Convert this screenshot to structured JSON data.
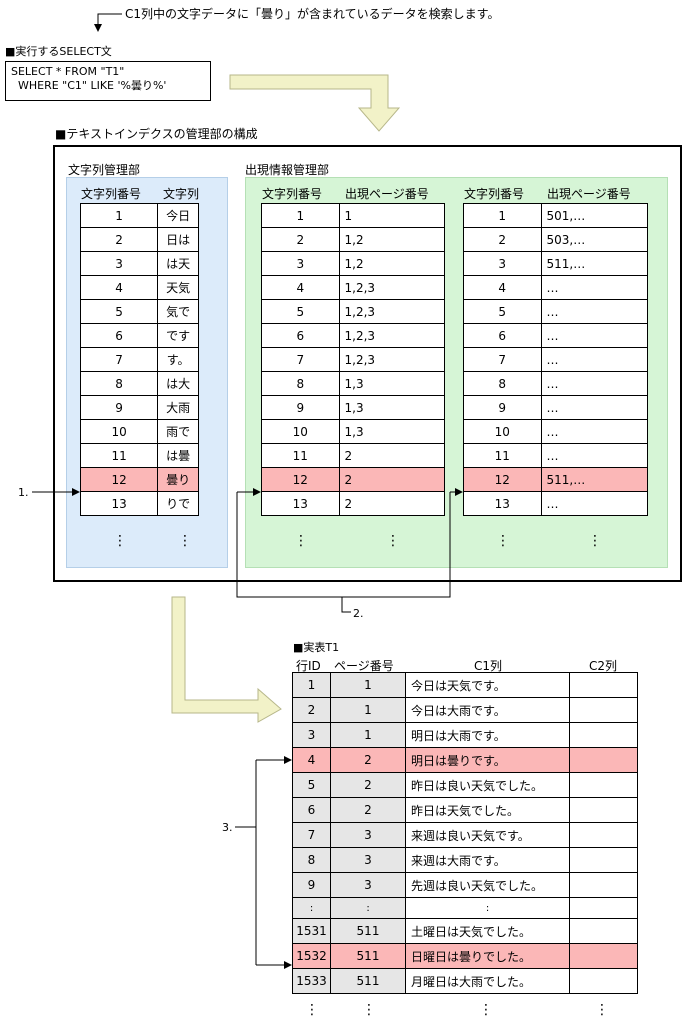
{
  "top_note": "C1列中の文字データに「曇り」が含まれているデータを検索します。",
  "select_heading": "■実行するSELECT文",
  "sql_line1": "SELECT * FROM \"T1\"",
  "sql_line2": "  WHERE \"C1\" LIKE '%曇り%'",
  "index_heading": "■テキストインデクスの管理部の構成",
  "string_mgmt_label": "文字列管理部",
  "occurrence_mgmt_label": "出現情報管理部",
  "string_table": {
    "headers": [
      "文字列番号",
      "文字列"
    ],
    "rows": [
      [
        "1",
        "今日"
      ],
      [
        "2",
        "日は"
      ],
      [
        "3",
        "は天"
      ],
      [
        "4",
        "天気"
      ],
      [
        "5",
        "気で"
      ],
      [
        "6",
        "です"
      ],
      [
        "7",
        "す。"
      ],
      [
        "8",
        "は大"
      ],
      [
        "9",
        "大雨"
      ],
      [
        "10",
        "雨で"
      ],
      [
        "11",
        "は曇"
      ],
      [
        "12",
        "曇り"
      ],
      [
        "13",
        "りで"
      ]
    ]
  },
  "occ_table1": {
    "headers": [
      "文字列番号",
      "出現ページ番号"
    ],
    "rows": [
      [
        "1",
        "1"
      ],
      [
        "2",
        "1,2"
      ],
      [
        "3",
        "1,2"
      ],
      [
        "4",
        "1,2,3"
      ],
      [
        "5",
        "1,2,3"
      ],
      [
        "6",
        "1,2,3"
      ],
      [
        "7",
        "1,2,3"
      ],
      [
        "8",
        "1,3"
      ],
      [
        "9",
        "1,3"
      ],
      [
        "10",
        "1,3"
      ],
      [
        "11",
        "2"
      ],
      [
        "12",
        "2"
      ],
      [
        "13",
        "2"
      ]
    ]
  },
  "occ_table2": {
    "headers": [
      "文字列番号",
      "出現ページ番号"
    ],
    "rows": [
      [
        "1",
        "501,…"
      ],
      [
        "2",
        "503,…"
      ],
      [
        "3",
        "511,…"
      ],
      [
        "4",
        "…"
      ],
      [
        "5",
        "…"
      ],
      [
        "6",
        "…"
      ],
      [
        "7",
        "…"
      ],
      [
        "8",
        "…"
      ],
      [
        "9",
        "…"
      ],
      [
        "10",
        "…"
      ],
      [
        "11",
        "…"
      ],
      [
        "12",
        "511,…"
      ],
      [
        "13",
        "…"
      ]
    ]
  },
  "highlight_row_index": 11,
  "step1": "1.",
  "step2": "2.",
  "step3": "3.",
  "dots": "⋮",
  "t1_heading": "■実表T1",
  "t1": {
    "headers": [
      "行ID",
      "ページ番号",
      "C1列",
      "C2列"
    ],
    "rows": [
      [
        "1",
        "1",
        "今日は天気です。",
        ""
      ],
      [
        "2",
        "1",
        "今日は大雨です。",
        ""
      ],
      [
        "3",
        "1",
        "明日は大雨です。",
        ""
      ],
      [
        "4",
        "2",
        "明日は曇りです。",
        ""
      ],
      [
        "5",
        "2",
        "昨日は良い天気でした。",
        ""
      ],
      [
        "6",
        "2",
        "昨日は天気でした。",
        ""
      ],
      [
        "7",
        "3",
        "来週は良い天気です。",
        ""
      ],
      [
        "8",
        "3",
        "来週は大雨です。",
        ""
      ],
      [
        "9",
        "3",
        "先週は良い天気でした。",
        ""
      ],
      [
        ":",
        ":",
        ":",
        ""
      ],
      [
        "1531",
        "511",
        "土曜日は天気でした。",
        ""
      ],
      [
        "1532",
        "511",
        "日曜日は曇りでした。",
        ""
      ],
      [
        "1533",
        "511",
        "月曜日は大雨でした。",
        ""
      ]
    ],
    "highlight_rows": [
      3,
      11
    ]
  },
  "colors": {
    "blue_area": "#dcebfa",
    "green_area": "#d6f5d6",
    "highlight": "#fbb7b7",
    "guide_arrow": "#f2f2c8"
  }
}
